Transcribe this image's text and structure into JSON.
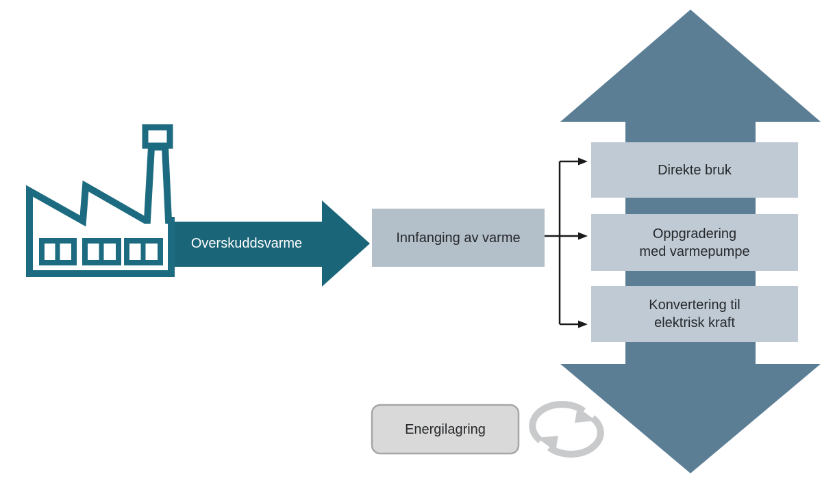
{
  "diagram": {
    "source": {
      "label": "Overskuddsvarme"
    },
    "capture": {
      "label": "Innfanging av varme"
    },
    "branches": [
      {
        "lines": [
          "Direkte bruk"
        ]
      },
      {
        "lines": [
          "Oppgradering",
          "med varmepumpe"
        ]
      },
      {
        "lines": [
          "Konvertering til",
          "elektrisk kraft"
        ]
      }
    ],
    "storage": {
      "label": "Energilagring"
    },
    "icons": {
      "factory": "factory-icon",
      "cycle": "recycle-icon"
    }
  },
  "colors": {
    "teal": "#1b6579",
    "factory_stroke": "#1d6b80",
    "double_arrow": "#5b7e95",
    "branch_box": "#bfcad4",
    "capture_box": "#b3bfc9",
    "storage_fill": "#d9d9d9",
    "storage_border": "#a6a6a6",
    "connector": "#1a1a1a",
    "cycle_icon": "#c9cacb",
    "text_dark": "#26282b",
    "text_light": "#ffffff"
  }
}
